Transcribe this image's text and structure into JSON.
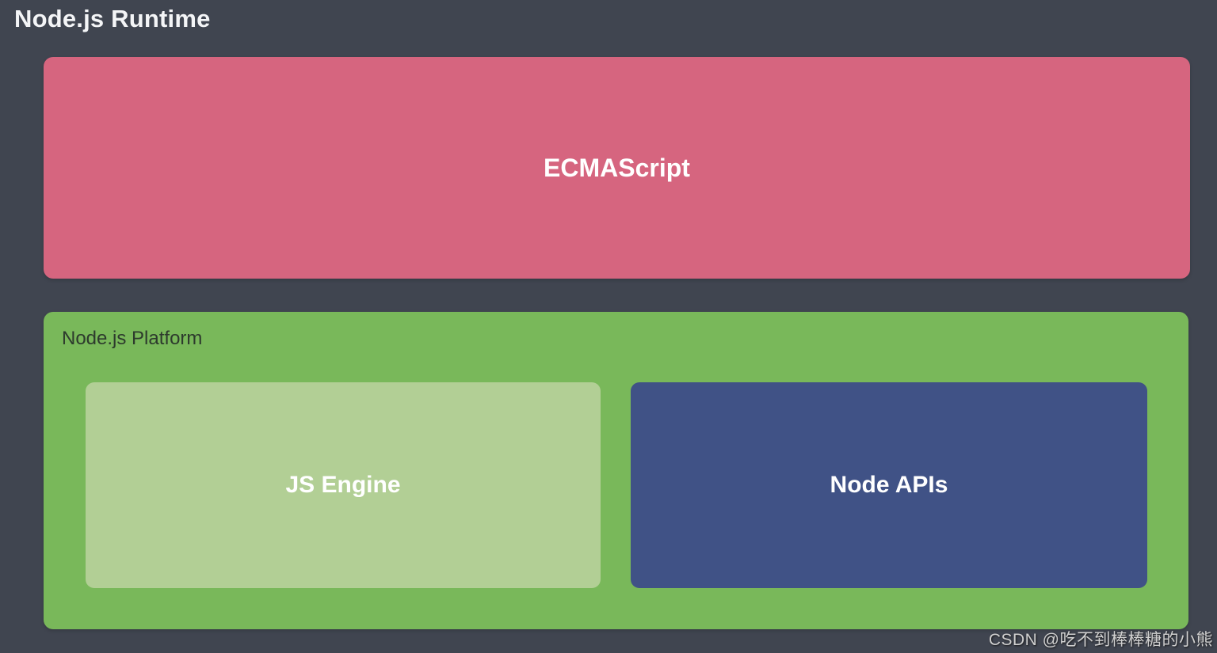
{
  "page_title": "Node.js Runtime",
  "colors": {
    "background": "#404550",
    "title_text": "#f4f5f7",
    "ecmascript_fill": "#d6657f",
    "platform_fill": "#79b85a",
    "platform_label_text": "#2d3a2d",
    "js_engine_fill": "#b2cf95",
    "node_apis_fill": "#405286",
    "box_label_text": "#ffffff",
    "watermark_text": "#cfcfcf"
  },
  "diagram": {
    "ecmascript": {
      "label": "ECMAScript"
    },
    "platform": {
      "label": "Node.js Platform",
      "children": {
        "js_engine": {
          "label": "JS Engine"
        },
        "node_apis": {
          "label": "Node APIs"
        }
      }
    }
  },
  "watermark": {
    "text": "CSDN @吃不到棒棒糖的小熊"
  }
}
